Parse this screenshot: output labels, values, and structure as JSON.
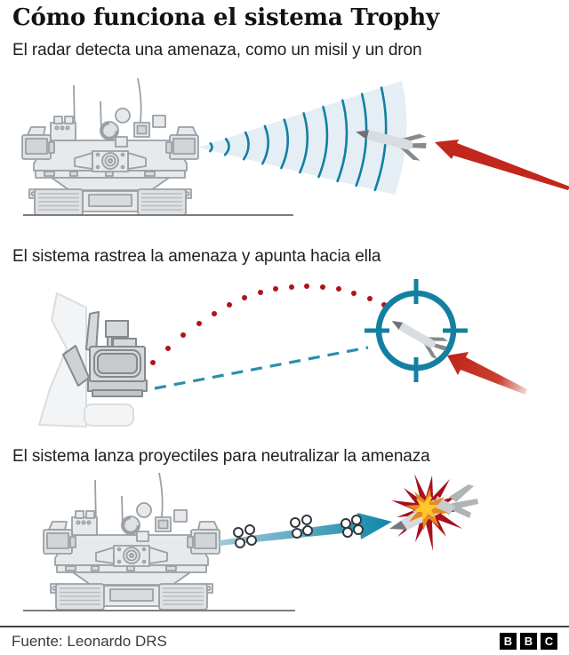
{
  "title": "Cómo funciona el sistema Trophy",
  "steps": [
    {
      "label": "El radar detecta una amenaza, como un misil y un dron"
    },
    {
      "label": "El sistema rastrea la amenaza y apunta hacia ella"
    },
    {
      "label": "El sistema lanza proyectiles para neutralizar la amenaza"
    }
  ],
  "footer": {
    "source": "Fuente: Leonardo DRS"
  },
  "logo": {
    "letters": [
      "B",
      "B",
      "C"
    ]
  },
  "colors": {
    "teal": "#1380a1",
    "cone_fill": "#e4eef4",
    "arrow_red": "#c1271d",
    "explosion_red": "#a8101b",
    "dot_red": "#b2121a",
    "flame_yellow": "#fec72d",
    "flame_orange": "#e8891f",
    "tank_fill": "#e7e9eb",
    "tank_stroke": "#9aa0a5"
  }
}
